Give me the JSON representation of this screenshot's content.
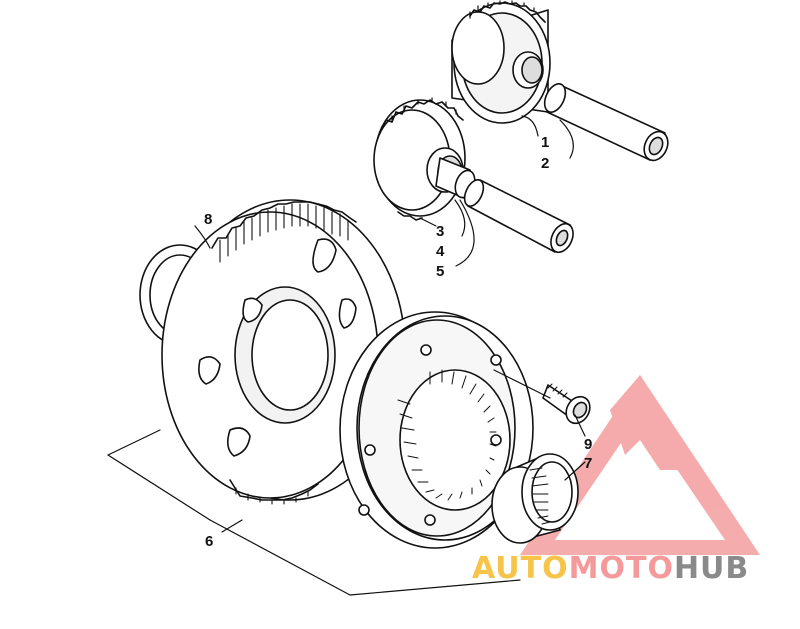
{
  "callouts": [
    {
      "id": "c1",
      "text": "1"
    },
    {
      "id": "c2",
      "text": "2"
    },
    {
      "id": "c3",
      "text": "3"
    },
    {
      "id": "c4",
      "text": "4"
    },
    {
      "id": "c5",
      "text": "5"
    },
    {
      "id": "c6",
      "text": "6"
    },
    {
      "id": "c7",
      "text": "7"
    },
    {
      "id": "c8",
      "text": "8"
    },
    {
      "id": "c9",
      "text": "9"
    }
  ],
  "watermark": {
    "part1": "AUTO",
    "part2": "MOTO",
    "part3": "HUB",
    "colors": {
      "auto": "#f7c44a",
      "moto": "#f49a9a",
      "hub": "#8a8a8a",
      "triangle": "#f4a3a3"
    }
  },
  "colors": {
    "line": "#111111",
    "fill": "#ffffff",
    "shade": "#e8e8e8"
  }
}
